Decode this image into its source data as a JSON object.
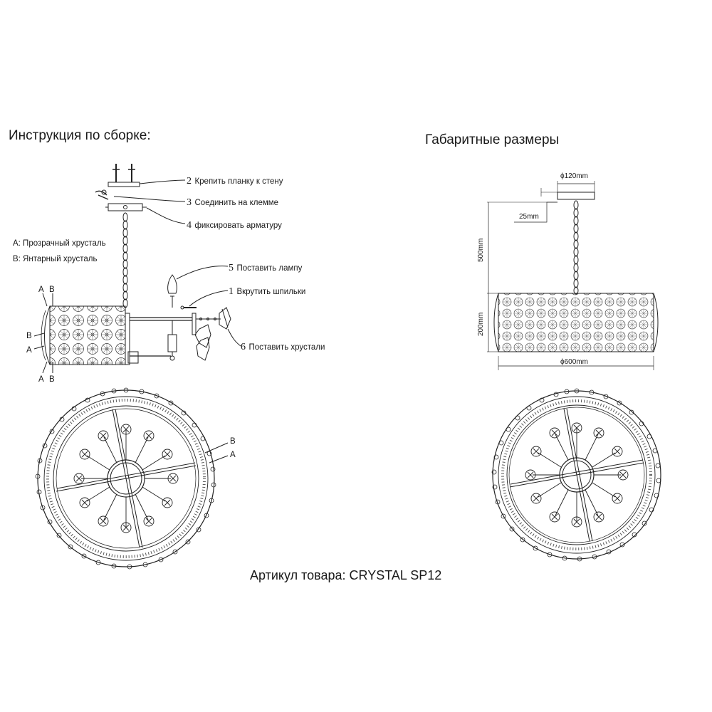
{
  "headings": {
    "assembly": "Инструкция по сборке:",
    "dimensions": "Габаритные размеры",
    "article": "Артикул товара: CRYSTAL SP12"
  },
  "steps": [
    {
      "num": "2",
      "label": "Крепить планку к стену"
    },
    {
      "num": "3",
      "label": "Соединить на клемме"
    },
    {
      "num": "4",
      "label": "фиксировать арматуру"
    },
    {
      "num": "5",
      "label": "Поставить лампу"
    },
    {
      "num": "1",
      "label": "Вкрутить шпильки"
    },
    {
      "num": "6",
      "label": "Поставить хрустали"
    }
  ],
  "legend": {
    "a_label": "A:  Прозрачный хрусталь",
    "b_label": "B:  Янтарный хрусталь",
    "a": "A",
    "b": "B"
  },
  "dims": {
    "canopy": "ϕ120mm",
    "canopy_h": "25mm",
    "chain": "500mm",
    "height": "200mm",
    "diameter": "ϕ600mm"
  }
}
